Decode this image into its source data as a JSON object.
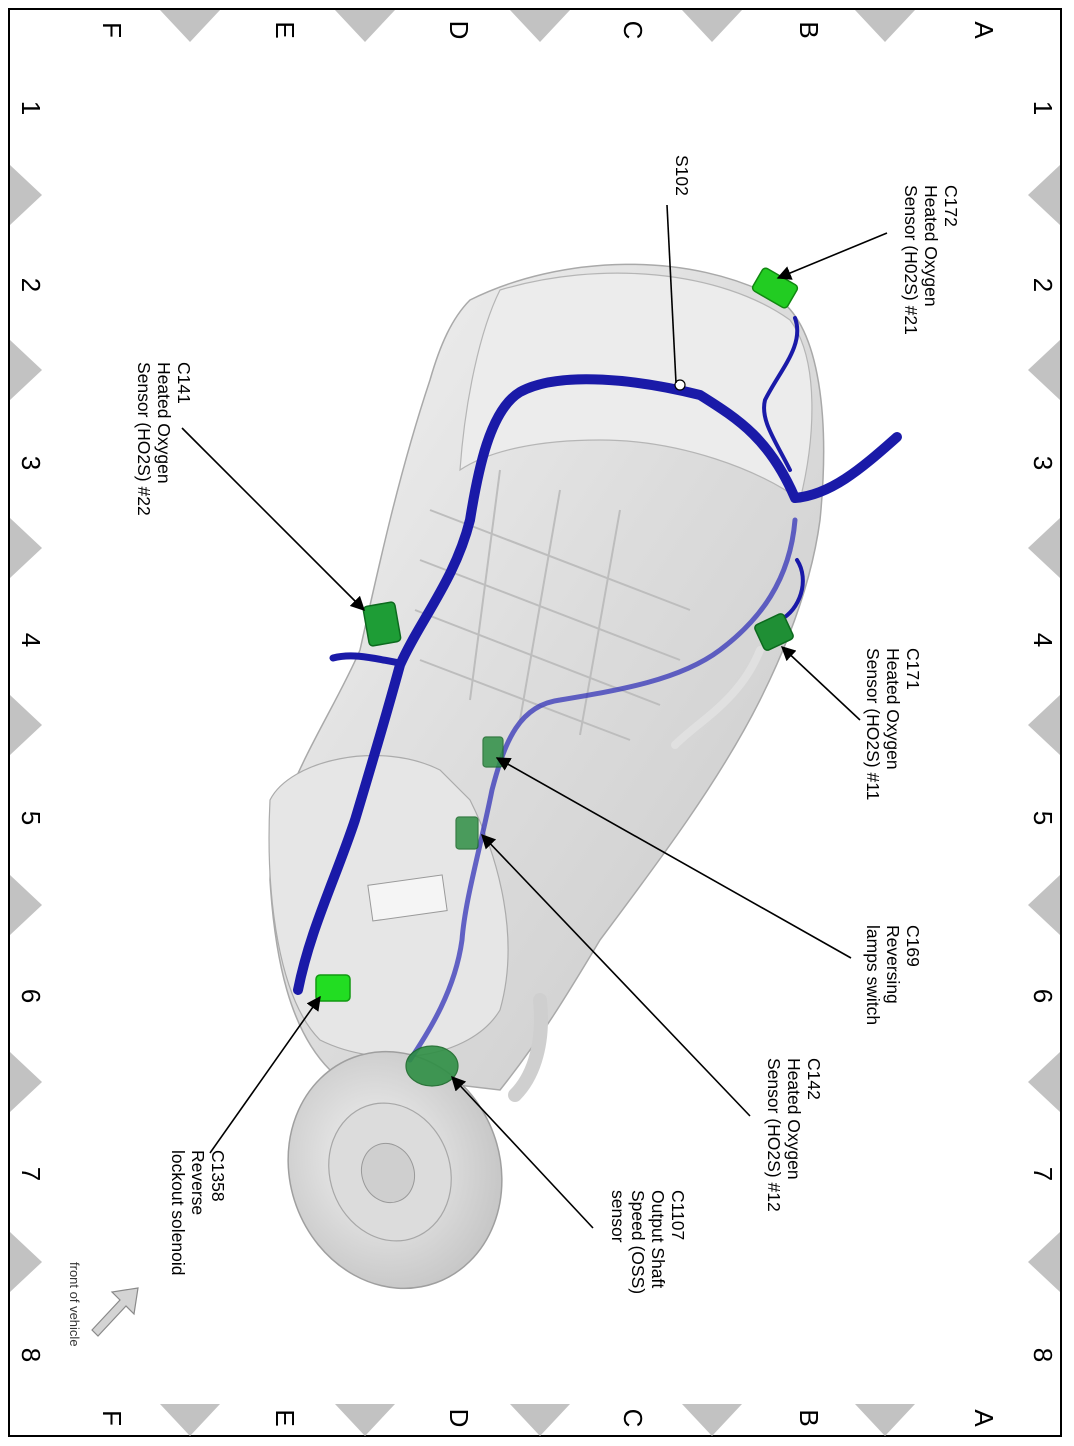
{
  "grid": {
    "rows": [
      "A",
      "B",
      "C",
      "D",
      "E",
      "F"
    ],
    "columns": [
      "1",
      "2",
      "3",
      "4",
      "5",
      "6",
      "7",
      "8"
    ]
  },
  "colors": {
    "harness": "#1a1aa8",
    "connector": "#22cc22",
    "connector_dark": "#1f8f35",
    "casing": "#e2e2e2",
    "border_triangle": "#c2c2c2"
  },
  "labels": {
    "c172": [
      "C172",
      "Heated Oxygen",
      "Sensor (H02S) #21"
    ],
    "s102": [
      "S102"
    ],
    "c141": [
      "C141",
      "Heated Oxygen",
      "Sensor (HO2S) #22"
    ],
    "c171": [
      "C171",
      "Heated Oxygen",
      "Sensor (HO2S) #11"
    ],
    "c169": [
      "C169",
      "Reversing",
      "lamps switch"
    ],
    "c142": [
      "C142",
      "Heated Oxygen",
      "Sensor (HO2S) #12"
    ],
    "c1107": [
      "C1107",
      "Output Shaft",
      "Speed (OSS)",
      "sensor"
    ],
    "c1358": [
      "C1358",
      "Reverse",
      "lockout solenoid"
    ]
  },
  "front_of_vehicle": "front of vehicle"
}
